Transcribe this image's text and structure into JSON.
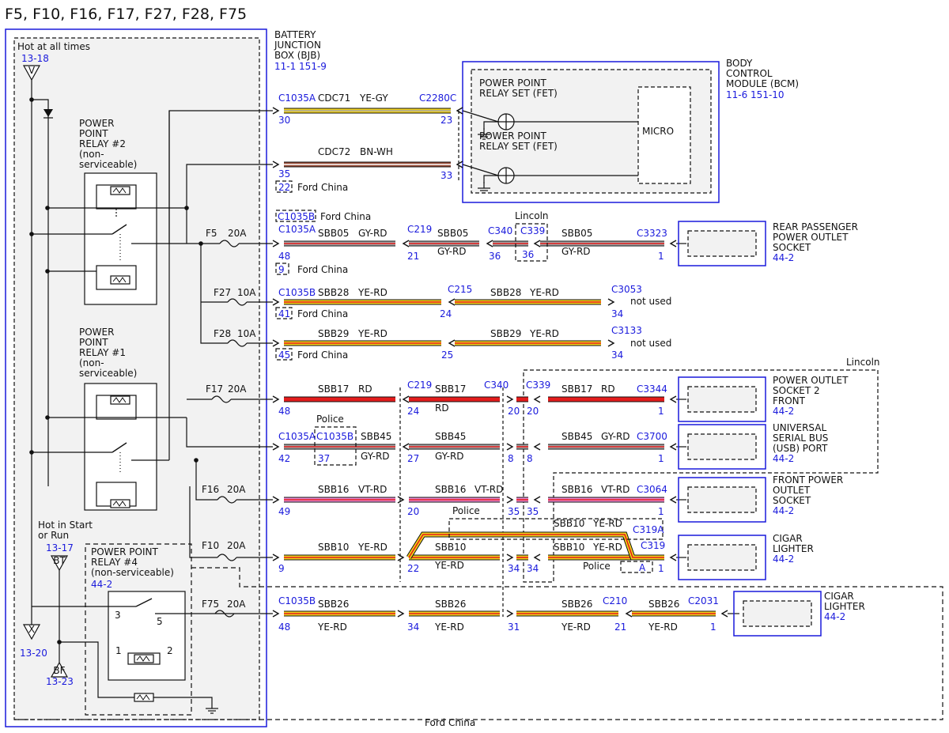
{
  "title": "F5, F10, F16, F17, F27, F28, F75",
  "colors": {
    "blue": "#1a1adc",
    "box_fill": "#f2f2f2",
    "wire_yellow": "#f2d21a",
    "wire_red": "#e41c1c",
    "wire_gray": "#a7a7a7",
    "wire_brown": "#9a4c36",
    "wire_violet": "#e98ad3",
    "wire_white": "#ffffff",
    "line": "#111111"
  },
  "bjb": {
    "name_lines": [
      "BATTERY",
      "JUNCTION",
      "BOX (BJB)"
    ],
    "ref": "11-1   151-9",
    "hot_at_all_times": "Hot at all times",
    "hot_ref": "13-18",
    "hot_start_lines": [
      "Hot in Start",
      "or Run"
    ],
    "hot_start_ref": "13-17",
    "ref_13_20": "13-20",
    "ref_13_23": "13-23",
    "pin_v": "V",
    "pin_bt": "BT",
    "pin_x": "X",
    "pin_bf": "BF"
  },
  "relays": {
    "relay2_lines": [
      "POWER",
      "POINT",
      "RELAY #2",
      "(non-",
      "serviceable)"
    ],
    "relay1_lines": [
      "POWER",
      "POINT",
      "RELAY #1",
      "(non-",
      "serviceable)"
    ],
    "relay4_lines": [
      "POWER POINT",
      "RELAY #4",
      "(non-serviceable)"
    ],
    "relay4_ref": "44-2",
    "relay4_pins": [
      "3",
      "5",
      "1",
      "2"
    ]
  },
  "bcm": {
    "name_lines": [
      "BODY",
      "CONTROL",
      "MODULE (BCM)"
    ],
    "ref": "11-6   151-10",
    "relay_set_lines": [
      "POWER POINT",
      "RELAY SET (FET)"
    ],
    "micro": "MICRO"
  },
  "fuses": [
    {
      "name": "F5",
      "rating": "20A"
    },
    {
      "name": "F27",
      "rating": "10A"
    },
    {
      "name": "F28",
      "rating": "10A"
    },
    {
      "name": "F17",
      "rating": "20A"
    },
    {
      "name": "F16",
      "rating": "20A"
    },
    {
      "name": "F10",
      "rating": "20A"
    },
    {
      "name": "F75",
      "rating": "20A"
    }
  ],
  "circuit_labels": [
    "CDC71",
    "YE-GY",
    "CDC72",
    "BN-WH",
    "SBB05",
    "GY-RD",
    "SBB05",
    "GY-RD",
    "SBB05",
    "GY-RD",
    "SBB28",
    "YE-RD",
    "SBB28",
    "YE-RD",
    "SBB29",
    "YE-RD",
    "SBB29",
    "YE-RD",
    "SBB17",
    "RD",
    "SBB17",
    "RD",
    "SBB17",
    "RD",
    "SBB45",
    "GY-RD",
    "SBB45",
    "GY-RD",
    "SBB45",
    "GY-RD",
    "SBB16",
    "VT-RD",
    "SBB16",
    "VT-RD",
    "SBB16",
    "VT-RD",
    "SBB10",
    "YE-RD",
    "SBB10",
    "YE-RD",
    "SBB10",
    "YE-RD",
    "SBB10",
    "YE-RD",
    "SBB26",
    "YE-RD",
    "SBB26",
    "YE-RD",
    "SBB26",
    "YE-RD",
    "SBB26",
    "YE-RD"
  ],
  "connector_labels": [
    "C1035A",
    "C2280C",
    "C1035B",
    "C1035A",
    "C219",
    "C340",
    "C339",
    "C3323",
    "C1035B",
    "C215",
    "C3053",
    "C3133",
    "C219",
    "C340",
    "C339",
    "C3344",
    "C1035A",
    "C1035B",
    "C3700",
    "C3064",
    "C319A",
    "C319",
    "C1035B",
    "C210",
    "C2031"
  ],
  "pin_labels": [
    "30",
    "23",
    "35",
    "33",
    "22",
    "48",
    "21",
    "36",
    "36",
    "1",
    "9",
    "41",
    "24",
    "34",
    "45",
    "25",
    "34",
    "48",
    "24",
    "20",
    "20",
    "1",
    "42",
    "37",
    "27",
    "8",
    "8",
    "1",
    "49",
    "20",
    "35",
    "35",
    "1",
    "9",
    "22",
    "34",
    "34",
    "A",
    "1",
    "48",
    "34",
    "31",
    "21",
    "1"
  ],
  "notes": [
    "Ford China",
    "Ford China",
    "Ford China",
    "Ford China",
    "Ford China",
    "Ford China",
    "Lincoln",
    "Lincoln",
    "not used",
    "not used",
    "Police",
    "Police",
    "Police"
  ],
  "components": [
    {
      "lines": [
        "REAR PASSENGER",
        "POWER OUTLET",
        "SOCKET"
      ],
      "ref": "44-2"
    },
    {
      "lines": [
        "POWER OUTLET",
        "SOCKET 2",
        "FRONT"
      ],
      "ref": "44-2"
    },
    {
      "lines": [
        "UNIVERSAL",
        "SERIAL BUS",
        "(USB) PORT"
      ],
      "ref": "44-2"
    },
    {
      "lines": [
        "FRONT POWER",
        "OUTLET",
        "SOCKET"
      ],
      "ref": "44-2"
    },
    {
      "lines": [
        "CIGAR",
        "LIGHTER"
      ],
      "ref": "44-2"
    },
    {
      "lines": [
        "CIGAR",
        "LIGHTER"
      ],
      "ref": "44-2"
    }
  ]
}
